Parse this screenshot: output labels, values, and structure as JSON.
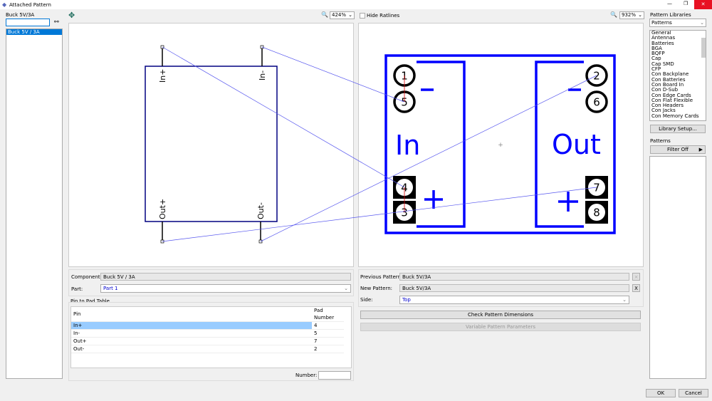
{
  "window": {
    "title": "Attached Pattern",
    "minimize": "—",
    "restore": "❐",
    "close": "✕"
  },
  "left": {
    "group_label": "Buck 5V/3A",
    "search_value": "",
    "search_icon": "binoculars-icon",
    "items": [
      "Buck 5V / 3A"
    ]
  },
  "schematic": {
    "zoom": "424%",
    "hide_ratlines": "Hide Ratlines",
    "pins": [
      "In+",
      "In-",
      "Out+",
      "Out-"
    ]
  },
  "footprint": {
    "zoom": "932%",
    "labels": {
      "in": "In",
      "out": "Out"
    },
    "pads": [
      "1",
      "5",
      "4",
      "3",
      "2",
      "6",
      "7",
      "8"
    ]
  },
  "component": {
    "label": "Component:",
    "value": "Buck 5V / 3A",
    "part_label": "Part:",
    "part_value": "Part 1"
  },
  "pin_table": {
    "title": "Pin to Pad Table",
    "headers": [
      "Pin",
      "Pad Number"
    ],
    "rows": [
      [
        "In+",
        "4"
      ],
      [
        "In-",
        "5"
      ],
      [
        "Out+",
        "7"
      ],
      [
        "Out-",
        "2"
      ]
    ],
    "number_label": "Number:",
    "number_value": ""
  },
  "pattern": {
    "previous_label": "Previous Pattern:",
    "previous_value": "Buck 5V/3A",
    "new_label": "New Pattern:",
    "new_value": "Buck 5V/3A",
    "clear": "X",
    "side_label": "Side:",
    "side_value": "Top",
    "check_btn": "Check Pattern Dimensions",
    "variable_btn": "Variable Pattern Parameters"
  },
  "libraries": {
    "title": "Pattern Libraries",
    "selected": "Patterns",
    "items": [
      "General",
      "Antennas",
      "Batteries",
      "BGA",
      "BQFP",
      "Cap",
      "Cap SMD",
      "CFP",
      "Con Backplane",
      "Con Batteries",
      "Con Board In",
      "Con D-Sub",
      "Con Edge Cards",
      "Con Flat Flexible",
      "Con Headers",
      "Con Jacks",
      "Con Memory Cards"
    ],
    "setup_btn": "Library Setup..."
  },
  "patterns": {
    "title": "Patterns",
    "filter_btn": "Filter Off"
  },
  "footer": {
    "ok": "OK",
    "cancel": "Cancel"
  }
}
